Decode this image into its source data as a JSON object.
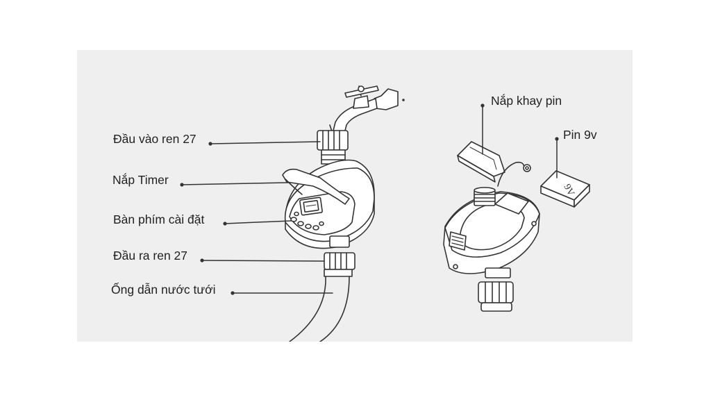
{
  "labels": {
    "inlet_thread": "Đầu vào ren 27",
    "timer_cover": "Nắp Timer",
    "keypad": "Bàn phím cài đặt",
    "outlet_thread": "Đầu ra ren 27",
    "irrigation_hose": "Ống dẫn nước tưới",
    "battery_tray_cover": "Nắp khay pin",
    "battery": "Pin 9v"
  },
  "battery_marking": "9V",
  "colors": {
    "background": "#ffffff",
    "panel": "#efefef",
    "line": "#333333",
    "label_text": "#222222"
  }
}
